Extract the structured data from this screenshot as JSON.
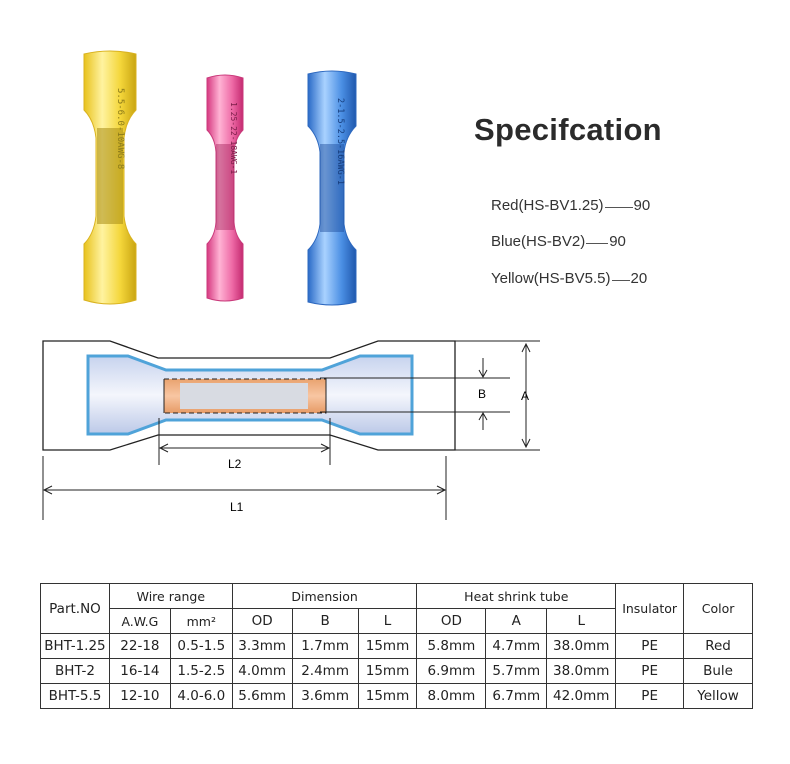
{
  "spec": {
    "title": "Specifcation",
    "items": [
      {
        "label": "Red(HS-BV1.25)",
        "value": "90"
      },
      {
        "label": "Blue(HS-BV2)",
        "value": "90"
      },
      {
        "label": "Yellow(HS-BV5.5)",
        "value": "20"
      }
    ]
  },
  "diagram": {
    "labels": {
      "b": "B",
      "a": "A",
      "l2": "L2",
      "l1": "L1"
    }
  },
  "table": {
    "headers": {
      "part_no": "Part.NO",
      "wire_range": "Wire range",
      "dimension": "Dimension",
      "heat_shrink_tube": "Heat shrink tube",
      "insulator": "Insulator",
      "color": "Color"
    },
    "subheaders": [
      "A.W.G",
      "mm²",
      "OD",
      "B",
      "L",
      "OD",
      "A",
      "L"
    ],
    "rows": [
      [
        "BHT-1.25",
        "22-18",
        "0.5-1.5",
        "3.3mm",
        "1.7mm",
        "15mm",
        "5.8mm",
        "4.7mm",
        "38.0mm",
        "PE",
        "Red"
      ],
      [
        "BHT-2",
        "16-14",
        "1.5-2.5",
        "4.0mm",
        "2.4mm",
        "15mm",
        "6.9mm",
        "5.7mm",
        "38.0mm",
        "PE",
        "Bule"
      ],
      [
        "BHT-5.5",
        "12-10",
        "4.0-6.0",
        "5.6mm",
        "3.6mm",
        "15mm",
        "8.0mm",
        "6.7mm",
        "42.0mm",
        "PE",
        "Yellow"
      ]
    ]
  },
  "colors": {
    "yellow": "#f2dc4a",
    "pink": "#e8579c",
    "blue": "#3d7fd6",
    "copper": "#f0b48a",
    "tube_edge": "#4fa3d9"
  }
}
